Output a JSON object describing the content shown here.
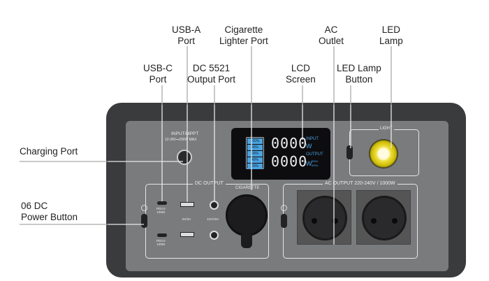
{
  "callouts": {
    "usb_c": "USB-C\nPort",
    "usb_a": "USB-A\nPort",
    "dc5521": "DC 5521\nOutput Port",
    "cigarette": "Cigarette\nLighter Port",
    "lcd": "LCD\nScreen",
    "ac_outlet": "AC\nOutlet",
    "led_button": "LED Lamp\nButton",
    "led_lamp": "LED\nLamp",
    "charging_port": "Charging Port",
    "dc_power_button": "06 DC\nPower Button"
  },
  "device": {
    "input_label": "INPUT/MPPT",
    "input_spec": "12-28V⎓200W MAX",
    "lcd_input_value": "0000",
    "lcd_output_value": "0000",
    "lcd_unit": "W",
    "lcd_input_label": "INPUT",
    "lcd_output_label": "OUTPUT",
    "lcd_freq_50": "50Hz",
    "lcd_freq_60": "60Hz",
    "battery_levels": [
      "100%",
      "80%",
      "60%",
      "40%",
      "20%"
    ],
    "light_label": "LIGHT",
    "dc_output_label": "DC OUTPUT",
    "cigarette_label": "CIGARETTE",
    "ac_output_label": "AC OUTPUT 220-240V / 1000W",
    "usbc_spec_1": "PD3.0\n100W",
    "usbc_spec_2": "PD3.0\n100W",
    "usba_spec": "5V/3A",
    "dc_spec": "12V/10A"
  }
}
